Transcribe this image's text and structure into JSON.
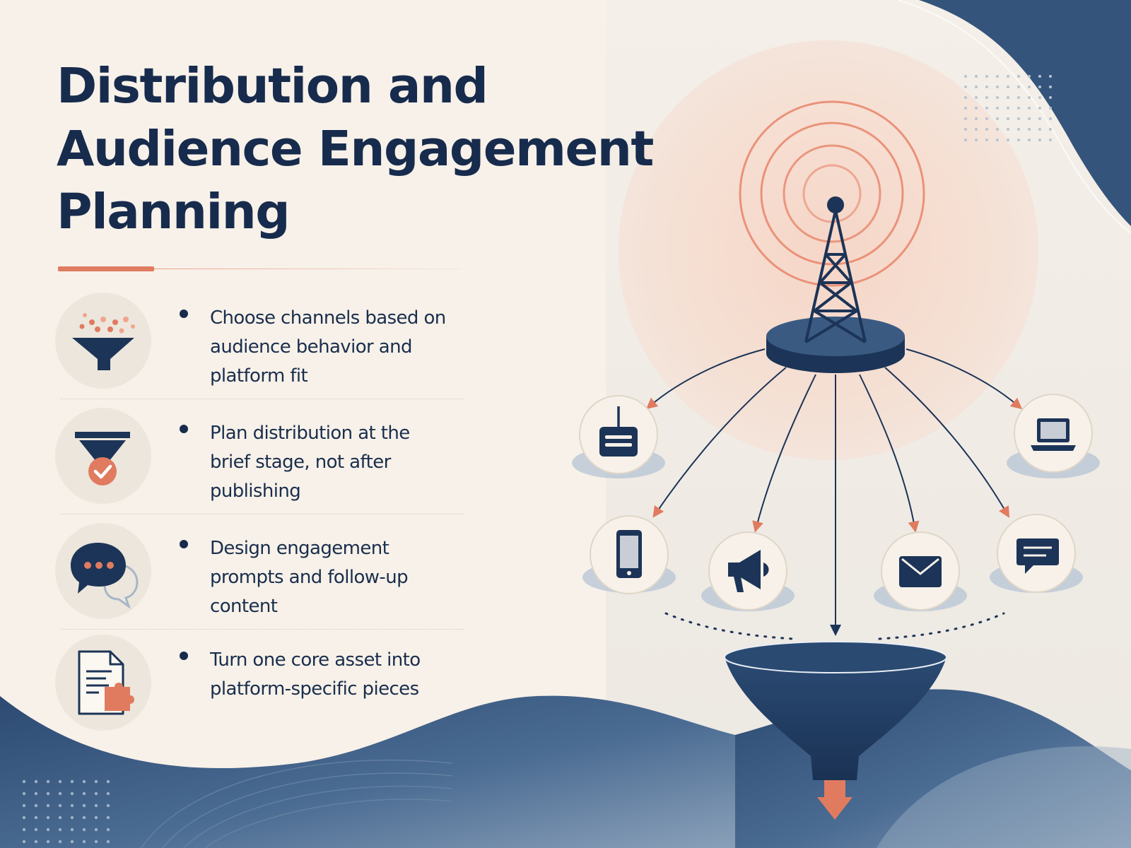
{
  "title_lines": [
    "Distribution and",
    "Audience Engagement",
    "Planning"
  ],
  "points": [
    {
      "lines": [
        "Choose channels based on",
        "audience behavior and",
        "platform fit"
      ],
      "icon": "funnel-particles-icon"
    },
    {
      "lines": [
        "Plan distribution at the",
        "brief stage, not after",
        "publishing"
      ],
      "icon": "funnel-check-icon"
    },
    {
      "lines": [
        "Design engagement",
        "prompts and follow-up",
        "content"
      ],
      "icon": "chat-bubbles-icon"
    },
    {
      "lines": [
        "Turn one core asset into",
        "platform-specific pieces"
      ],
      "icon": "document-puzzle-icon"
    }
  ],
  "channel_icons": [
    "radio-icon",
    "laptop-icon",
    "smartphone-icon",
    "megaphone-icon",
    "envelope-icon",
    "message-icon"
  ],
  "colors": {
    "navy": "#1c3457",
    "accent": "#e07b5f",
    "background": "#f7f1e9",
    "wave": "#3e5f86"
  }
}
